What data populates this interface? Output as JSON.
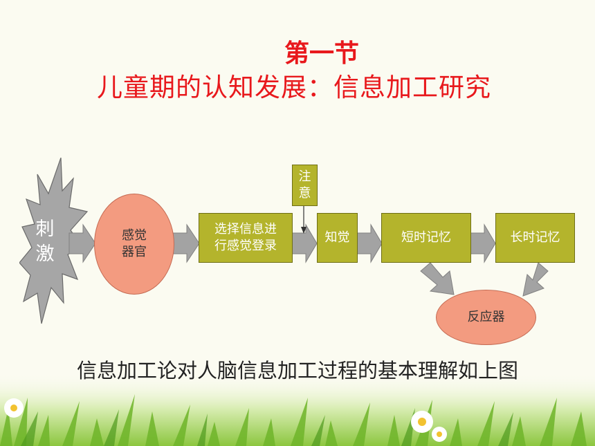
{
  "slide": {
    "section": "第一节",
    "subtitle": "儿童期的认知发展：信息加工研究",
    "caption": "信息加工论对人脑信息加工过程的基本理解如上图"
  },
  "diagram": {
    "stimulus": "刺\n激",
    "sense_organ": "感觉\n器官",
    "sensory_register": "选择信息进\n行感觉登录",
    "attention": "注\n意",
    "perception": "知觉",
    "short_term_memory": "短时记忆",
    "long_term_memory": "长时记忆",
    "responder": "反应器"
  },
  "colors": {
    "title_red": "#e8181c",
    "box_olive": "#b4b42c",
    "ellipse_salmon": "#f39b80",
    "arrow_gray": "#a3a3a3",
    "grass_green": "#7dbf2c"
  }
}
